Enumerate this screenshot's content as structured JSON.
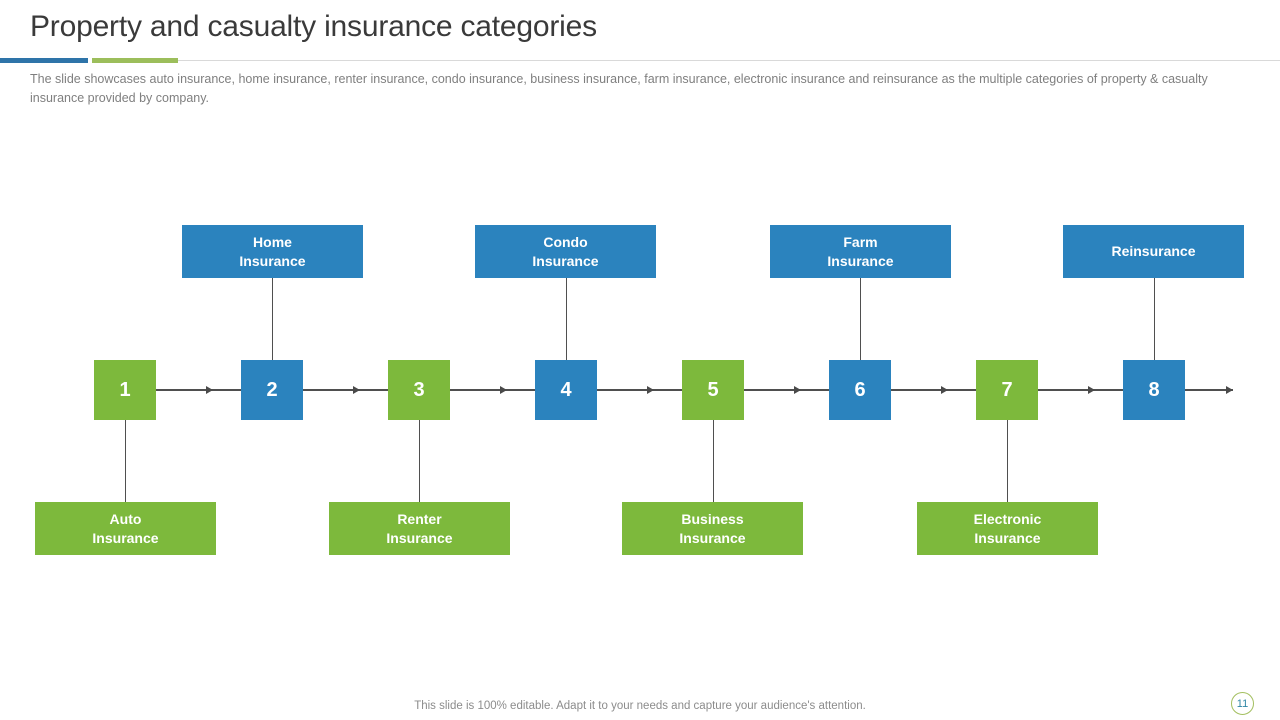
{
  "slide": {
    "title": "Property and casualty insurance categories",
    "description": "The slide showcases auto insurance, home insurance, renter insurance, condo insurance, business insurance, farm insurance, electronic insurance and reinsurance as the multiple categories of property & casualty insurance provided by company.",
    "footer_note": "This slide is 100% editable.  Adapt it to your needs and capture your audience's attention.",
    "page_number": "11"
  },
  "colors": {
    "box_blue": "#2b83be",
    "box_green": "#7db93c",
    "underline_blue": "#2e74a9",
    "underline_green": "#9cbe5b",
    "connector_gray": "#4f4f4f",
    "title_text": "#3a3a3a",
    "body_text": "#7f7f7f",
    "page_number_text": "#2f86a5"
  },
  "diagram": {
    "steps": [
      {
        "number": "1",
        "color": "green",
        "label_position": "bottom",
        "label_line1": "Auto",
        "label_line2": "Insurance"
      },
      {
        "number": "2",
        "color": "blue",
        "label_position": "top",
        "label_line1": "Home",
        "label_line2": "Insurance"
      },
      {
        "number": "3",
        "color": "green",
        "label_position": "bottom",
        "label_line1": "Renter",
        "label_line2": "Insurance"
      },
      {
        "number": "4",
        "color": "blue",
        "label_position": "top",
        "label_line1": "Condo",
        "label_line2": "Insurance"
      },
      {
        "number": "5",
        "color": "green",
        "label_position": "bottom",
        "label_line1": "Business",
        "label_line2": "Insurance"
      },
      {
        "number": "6",
        "color": "blue",
        "label_position": "top",
        "label_line1": "Farm",
        "label_line2": "Insurance"
      },
      {
        "number": "7",
        "color": "green",
        "label_position": "bottom",
        "label_line1": "Electronic",
        "label_line2": "Insurance"
      },
      {
        "number": "8",
        "color": "blue",
        "label_position": "top",
        "label_line1": "Reinsurance",
        "label_line2": ""
      }
    ]
  }
}
